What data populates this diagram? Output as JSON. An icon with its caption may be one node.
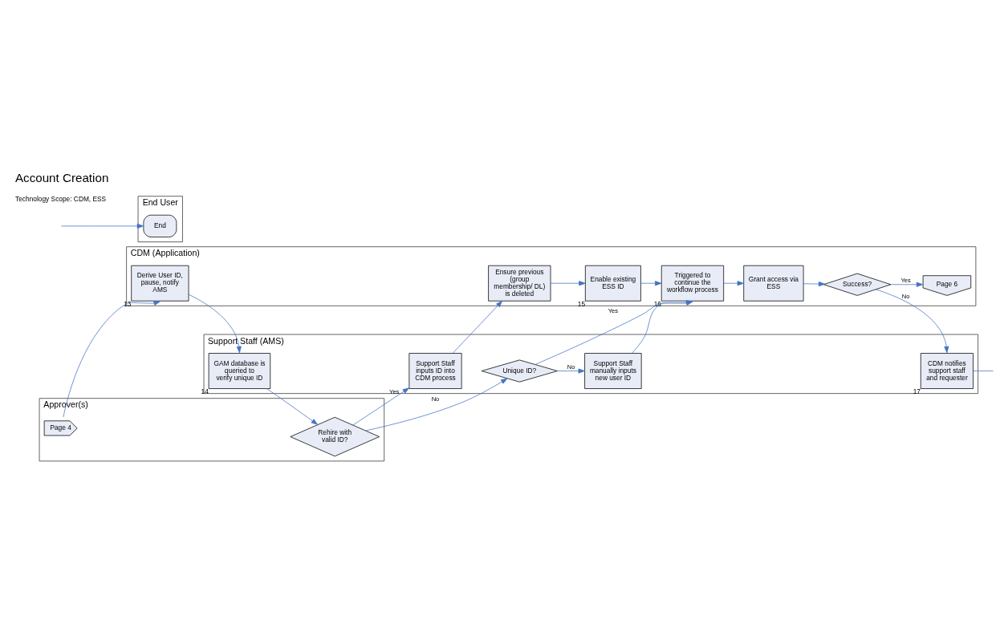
{
  "diagram": {
    "title": "Account Creation",
    "nodes": [
      {
        "text": [
          "End User"
        ]
      },
      {
        "text": [
          "CDM (Application)"
        ]
      },
      {
        "text": [
          "Support Staff (AMS)"
        ]
      },
      {
        "text": [
          "Approver(s)"
        ]
      },
      {
        "text": [
          "End"
        ],
        "in": 0
      },
      {
        "text": [
          "Derive User ID, pause, notify AMS"
        ],
        "in": 1,
        "beside": [
          "13"
        ]
      },
      {
        "text": [
          "Enable existing ESS ID"
        ],
        "in": 1,
        "beside": [
          "15"
        ]
      },
      {
        "text": [
          "Ensure previous (group membership/ DL) is deleted"
        ],
        "in": 1
      },
      {
        "text": [
          "Triggered to continue the workflow process"
        ],
        "in": 1,
        "beside": [
          "16"
        ]
      },
      {
        "text": [
          "Grant access via ESS"
        ],
        "in": 1
      },
      {
        "text": [
          "Success?"
        ],
        "in": 1
      },
      {
        "text": [
          "Page 6"
        ],
        "in": 1
      },
      {
        "text": [
          "GAM database is queried to verify unique ID"
        ],
        "in": 2,
        "beside": [
          "14"
        ]
      },
      {
        "text": [
          "Support Staff inputs ID into CDM process"
        ],
        "in": 2
      },
      {
        "text": [
          "Unique ID?"
        ],
        "in": 2
      },
      {
        "text": [
          "Support Staff manually inputs new user ID"
        ],
        "in": 2
      },
      {
        "text": [
          "CDM notifies support staff and requester"
        ],
        "in": 2,
        "beside": [
          "17"
        ]
      },
      {
        "text": [
          "Page 4"
        ],
        "in": 3
      },
      {
        "text": [
          "Rehire with valid ID?"
        ],
        "in": 3
      }
    ],
    "edges": [
      {
        "from": 17,
        "to": 5,
        "arrow": "to"
      },
      {
        "from": 5,
        "to": 12,
        "arrow": "to"
      },
      {
        "from": 12,
        "to": 18,
        "arrow": "to"
      },
      {
        "from": 18,
        "to": 13,
        "arrow": "to",
        "label": "Yes"
      },
      {
        "from": 18,
        "to": 14,
        "arrow": "to",
        "label": "No"
      },
      {
        "from": 13,
        "to": 7,
        "arrow": "to"
      },
      {
        "from": 7,
        "to": 6,
        "arrow": "to"
      },
      {
        "from": 6,
        "to": 8,
        "arrow": "to"
      },
      {
        "from": 14,
        "to": 8,
        "arrow": "to",
        "label": "Yes"
      },
      {
        "from": 14,
        "to": 15,
        "arrow": "to",
        "label": "No"
      },
      {
        "from": 15,
        "to": 8,
        "arrow": "to"
      },
      {
        "from": 8,
        "to": 9,
        "arrow": "to"
      },
      {
        "from": 9,
        "to": 10,
        "arrow": "to"
      },
      {
        "from": 10,
        "to": 11,
        "arrow": "to",
        "label": "Yes"
      },
      {
        "from": 10,
        "to": 16,
        "arrow": "to",
        "label": "No"
      },
      {
        "from": 16,
        "to": null,
        "arrow": "none"
      },
      {
        "from": null,
        "to": 4,
        "arrow": "to"
      }
    ],
    "labels": [
      "Technology Scope: CDM, ESS"
    ]
  }
}
